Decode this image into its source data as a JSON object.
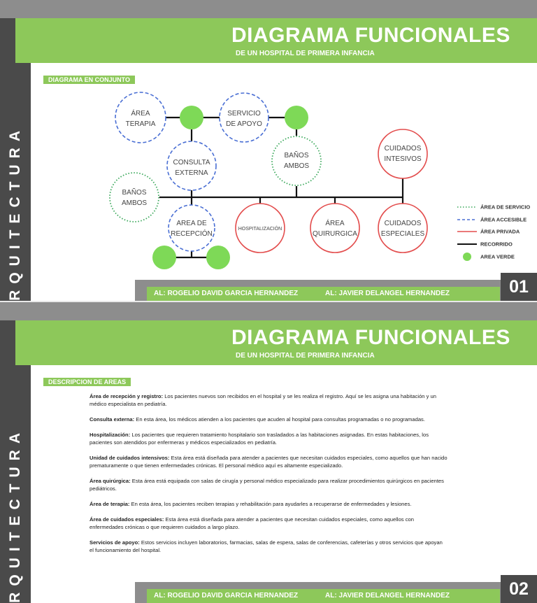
{
  "colors": {
    "green": "#8dc85a",
    "gray": "#8d8d8d",
    "dark": "#4a4a4a",
    "blue_dashed": "#4a6fd4",
    "red": "#e34d4d",
    "green_dotted": "#3aa85a"
  },
  "side_word": "ARQUITECTURA",
  "header": {
    "title": "DIAGRAMA FUNCIONALES",
    "subtitle": "DE UN HOSPITAL DE PRIMERA INFANCIA"
  },
  "footer": {
    "author1": "AL: ROGELIO DAVID GARCIA HERNANDEZ",
    "author2": "AL: JAVIER DELANGEL HERNANDEZ"
  },
  "slide1": {
    "page_number": "01",
    "section_label": "DIAGRAMA EN CONJUNTO",
    "nodes": {
      "area_terapia": [
        "ÁREA",
        "TERAPIA"
      ],
      "servicio_apoyo": [
        "SERVICIO",
        "DE APOYO"
      ],
      "consulta_externa": [
        "CONSULTA",
        "EXTERNA"
      ],
      "banos_ambos_top": [
        "BAÑOS",
        "AMBOS"
      ],
      "cuidados_intensivos": [
        "CUIDADOS",
        "INTESIVOS"
      ],
      "banos_ambos_left": [
        "BAÑOS",
        "AMBOS"
      ],
      "area_recepcion": [
        "AREA DE",
        "RECEPCIÓN"
      ],
      "hospitalizacion": "HOSPITALIZACIÓN",
      "area_quirurgica": [
        "ÁREA",
        "QUIRURGICA"
      ],
      "cuidados_especiales": [
        "CUIDADOS",
        "ESPECIALES"
      ]
    },
    "legend": [
      {
        "label": "ÁREA DE SERVICIO",
        "style": "green-dotted"
      },
      {
        "label": "ÁREA ACCESIBLE",
        "style": "blue-dashed"
      },
      {
        "label": "ÁREA PRIVADA",
        "style": "red-solid"
      },
      {
        "label": "RECORRIDO",
        "style": "black-line"
      },
      {
        "label": "AREA VERDE",
        "style": "green-dot"
      }
    ]
  },
  "slide2": {
    "page_number": "02",
    "section_label": "DESCRIPCION DE AREAS",
    "descriptions": [
      {
        "term": "Área de recepción y registro:",
        "text": " Los pacientes nuevos son recibidos en el hospital y se les realiza el registro. Aquí se les asigna una habitación y un médico especialista en pediatría."
      },
      {
        "term": "Consulta externa:",
        "text": " En esta área, los médicos atienden a los pacientes que acuden al hospital para consultas programadas o no programadas."
      },
      {
        "term": "Hospitalización:",
        "text": " Los pacientes que requieren tratamiento hospitalario son trasladados a las habitaciones asignadas. En estas habitaciones, los pacientes son atendidos por enfermeras y médicos especializados en pediatría."
      },
      {
        "term": "Unidad de cuidados intensivos:",
        "text": " Esta área está diseñada para atender a pacientes que necesitan cuidados especiales, como aquellos que han nacido prematuramente o que tienen enfermedades crónicas. El personal médico aquí es altamente especializado."
      },
      {
        "term": "Área quirúrgica:",
        "text": " Esta área está equipada con salas de cirugía y personal médico especializado para realizar procedimientos quirúrgicos en pacientes pediátricos."
      },
      {
        "term": "Área de terapia:",
        "text": " En esta área, los pacientes reciben terapias y rehabilitación para ayudarles a recuperarse de enfermedades y lesiones."
      },
      {
        "term": "Área de cuidados especiales:",
        "text": " Esta área está diseñada para atender a pacientes que necesitan cuidados especiales, como aquellos con enfermedades crónicas o que requieren cuidados a largo plazo."
      },
      {
        "term": "Servicios de apoyo:",
        "text": " Estos servicios incluyen laboratorios, farmacias, salas de espera, salas de conferencias, cafeterías y otros servicios que apoyan el funcionamiento del hospital."
      }
    ]
  }
}
